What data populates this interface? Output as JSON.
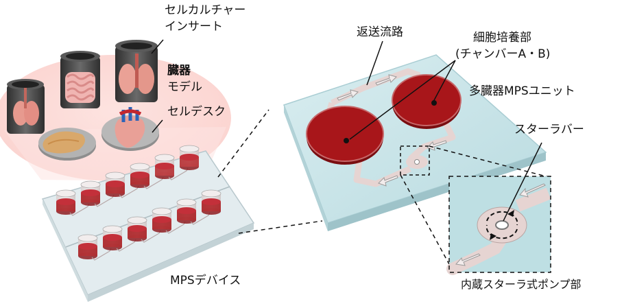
{
  "labels": {
    "cell_culture_insert_line1": "セルカルチャー",
    "cell_culture_insert_line2": "インサート",
    "organ_model_line1": "臓器",
    "organ_model_line2": "モデル",
    "cell_desk": "セルデスク",
    "mps_device": "MPSデバイス",
    "return_channel": "返送流路",
    "cell_culture_part_line1": "細胞培養部",
    "cell_culture_part_line2": "(チャンバーA・B)",
    "multi_organ_mps_unit": "多臓器MPSユニット",
    "stirrer": "スターラバー",
    "pump": "内蔵スターラ式ポンプ部"
  },
  "colors": {
    "chamber_red": "#a01418",
    "plate_glass": "#c9e4e8",
    "channel": "#e9d6d4",
    "insert_dark": "#4a4a4a",
    "pink_zone": "#fbd9d6"
  }
}
